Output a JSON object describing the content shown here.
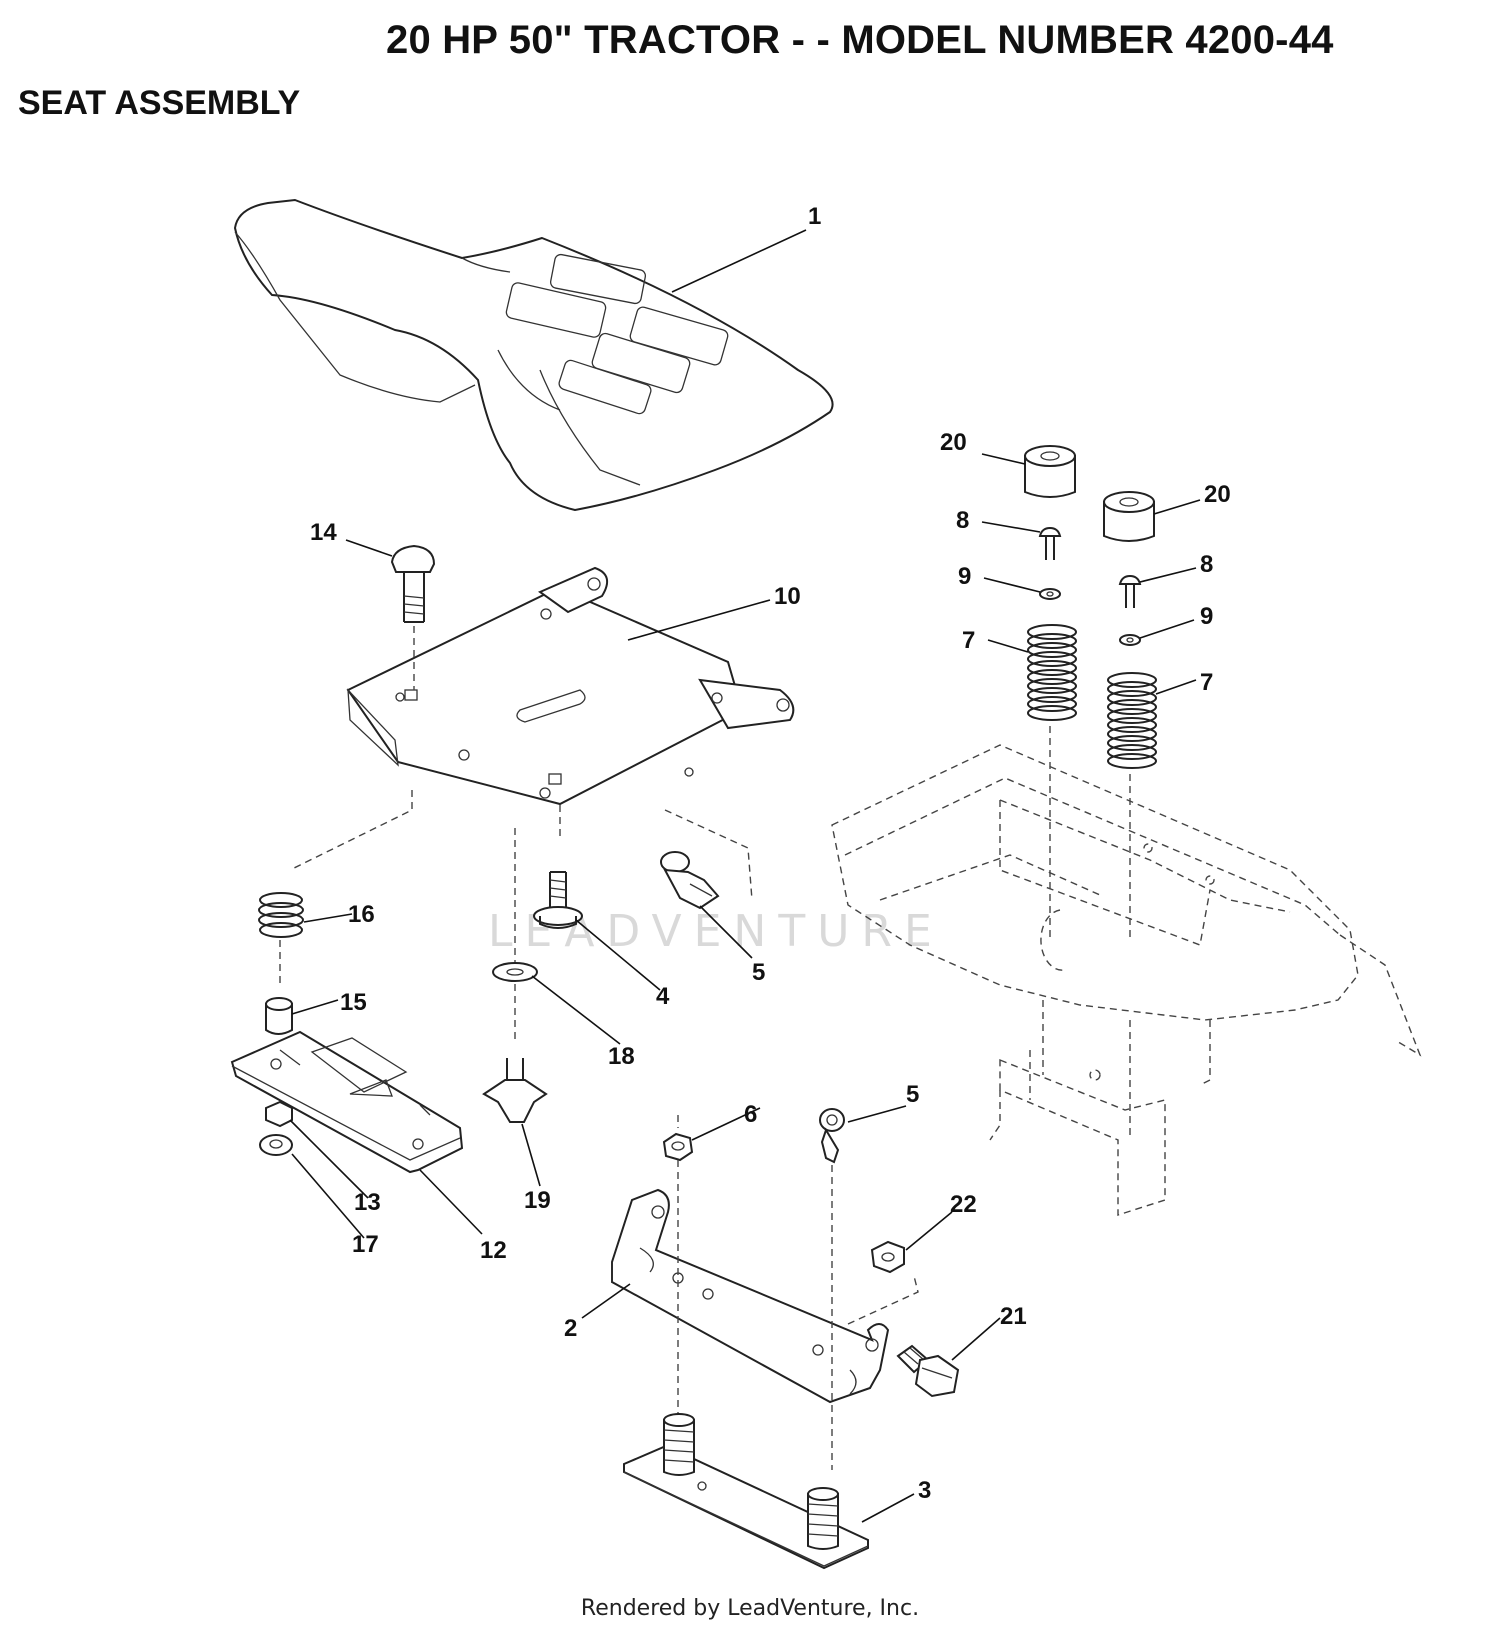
{
  "header": {
    "title": "20 HP 50\" TRACTOR - - MODEL NUMBER 4200-44",
    "subtitle": "SEAT ASSEMBLY"
  },
  "diagram": {
    "callouts": [
      {
        "id": "c1",
        "label": "1"
      },
      {
        "id": "c20a",
        "label": "20"
      },
      {
        "id": "c20b",
        "label": "20"
      },
      {
        "id": "c8a",
        "label": "8"
      },
      {
        "id": "c8b",
        "label": "8"
      },
      {
        "id": "c9a",
        "label": "9"
      },
      {
        "id": "c9b",
        "label": "9"
      },
      {
        "id": "c7a",
        "label": "7"
      },
      {
        "id": "c7b",
        "label": "7"
      },
      {
        "id": "c14",
        "label": "14"
      },
      {
        "id": "c10",
        "label": "10"
      },
      {
        "id": "c16",
        "label": "16"
      },
      {
        "id": "c15",
        "label": "15"
      },
      {
        "id": "c4",
        "label": "4"
      },
      {
        "id": "c5a",
        "label": "5"
      },
      {
        "id": "c5b",
        "label": "5"
      },
      {
        "id": "c18",
        "label": "18"
      },
      {
        "id": "c6",
        "label": "6"
      },
      {
        "id": "c13",
        "label": "13"
      },
      {
        "id": "c17",
        "label": "17"
      },
      {
        "id": "c12",
        "label": "12"
      },
      {
        "id": "c19",
        "label": "19"
      },
      {
        "id": "c22",
        "label": "22"
      },
      {
        "id": "c2",
        "label": "2"
      },
      {
        "id": "c21",
        "label": "21"
      },
      {
        "id": "c3",
        "label": "3"
      }
    ]
  },
  "watermark": "LEADVENTURE",
  "footer": "Rendered by LeadVenture, Inc."
}
